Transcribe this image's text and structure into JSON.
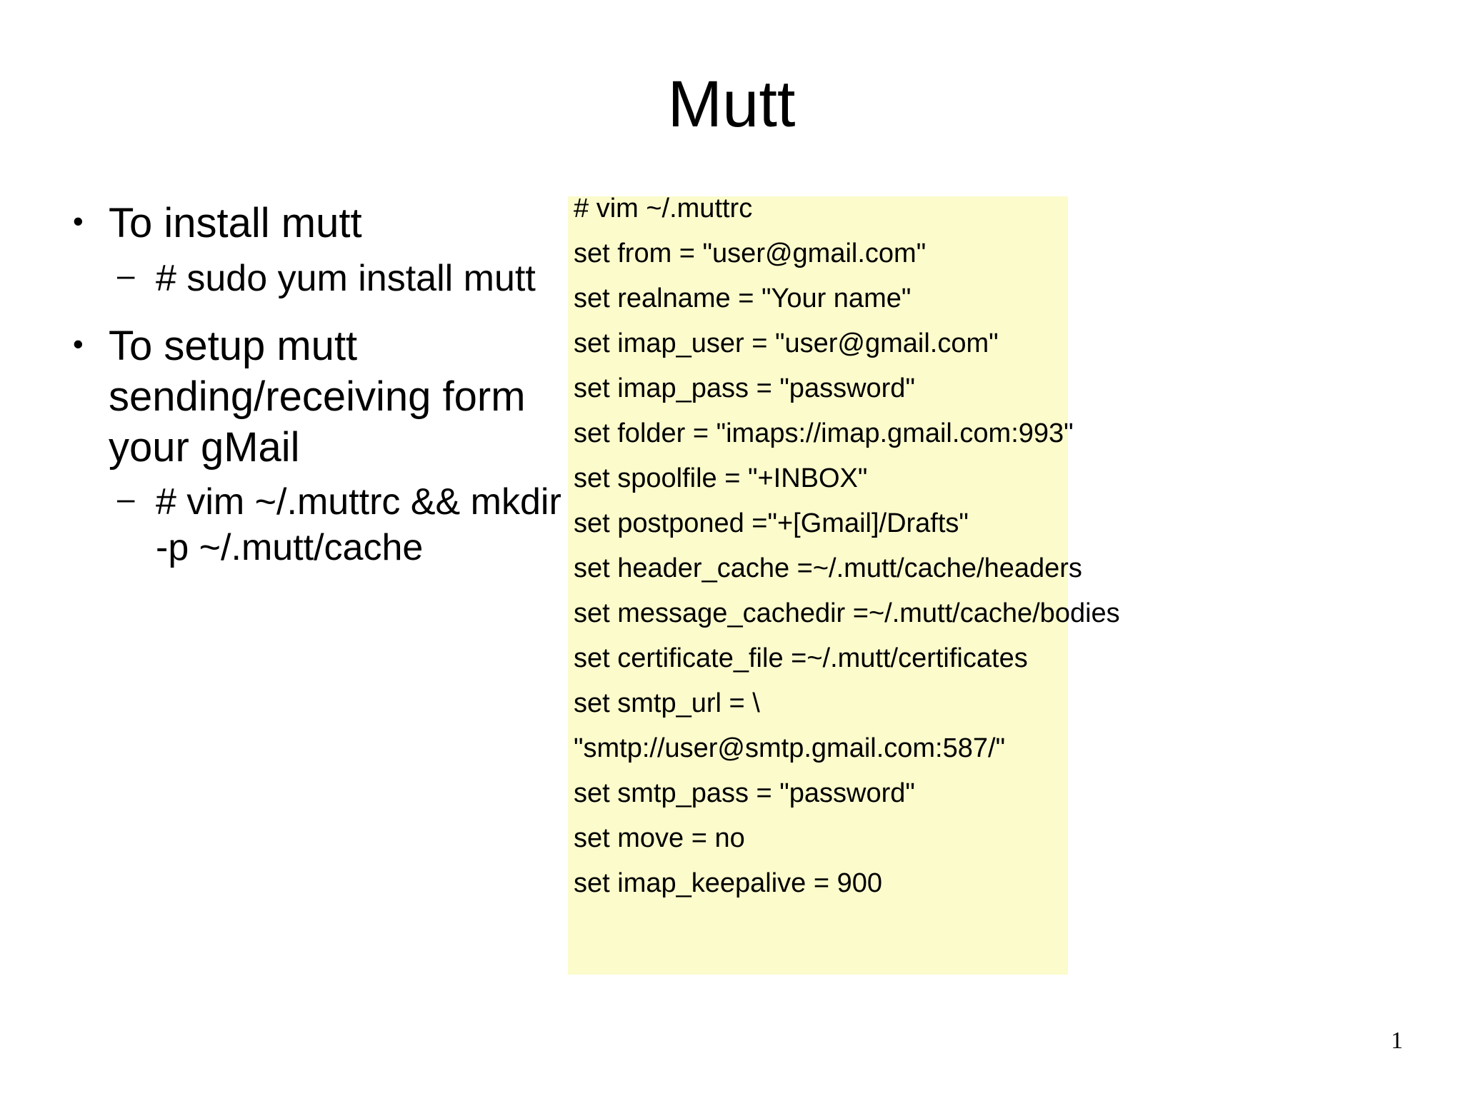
{
  "slide": {
    "title": "Mutt",
    "page_number": "1",
    "background_color": "#ffffff",
    "code_block_color": "#fbfbcc"
  },
  "bullets": [
    {
      "level": 1,
      "marker": "•",
      "text": "To install mutt"
    },
    {
      "level": 2,
      "marker": "–",
      "text": "# sudo yum install mutt"
    },
    {
      "level": 1,
      "marker": "•",
      "text": "To setup mutt sending/receiving form your gMail"
    },
    {
      "level": 2,
      "marker": "–",
      "text": "# vim ~/.muttrc && mkdir -p ~/.mutt/cache"
    }
  ],
  "code_block": {
    "lines": [
      "# vim ~/.muttrc",
      "set from = \"user@gmail.com\"",
      "set realname = \"Your name\"",
      "set imap_user = \"user@gmail.com\"",
      "set imap_pass = \"password\"",
      "set folder = \"imaps://imap.gmail.com:993\"",
      "set spoolfile = \"+INBOX\"",
      "set postponed =\"+[Gmail]/Drafts\"",
      "set header_cache =~/.mutt/cache/headers",
      "set message_cachedir =~/.mutt/cache/bodies",
      "set certificate_file =~/.mutt/certificates",
      "set smtp_url = \\",
      "\"smtp://user@smtp.gmail.com:587/\"",
      "set smtp_pass = \"password\"",
      "set move = no",
      "set imap_keepalive = 900"
    ]
  }
}
